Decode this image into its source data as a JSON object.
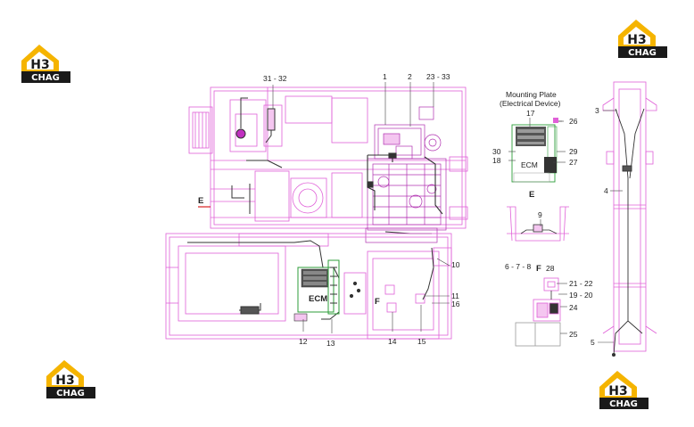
{
  "colors": {
    "outline": "#e060d8",
    "detail": "#b030b0",
    "dark": "#333333",
    "green": "#2e9e3a",
    "accent_red": "#d92020",
    "logo_yellow": "#f5b400",
    "logo_black": "#1a1a1a"
  },
  "logo": {
    "mark": "H3",
    "brand": "CHAG"
  },
  "icons": [
    "h3-chag-logo"
  ],
  "mounting_plate": {
    "title_line1": "Mounting Plate",
    "title_line2": "(Electrical Device)"
  },
  "view_labels": {
    "e_main": "E",
    "e_detail": "E",
    "f_main": "F",
    "f_detail": "F"
  },
  "components": {
    "ecm_label": "ECM",
    "ecm_small_label": "ECM"
  },
  "callouts": {
    "c1": "1",
    "c2": "2",
    "c3": "3",
    "c4": "4",
    "c5": "5",
    "c678": "6 - 7 - 8",
    "c9": "9",
    "c10": "10",
    "c11": "11",
    "c12": "12",
    "c13": "13",
    "c14": "14",
    "c15": "15",
    "c16": "16",
    "c17": "17",
    "c18": "18",
    "c1920": "19 - 20",
    "c2122": "21 - 22",
    "c2333": "23 - 33",
    "c24": "24",
    "c25": "25",
    "c26": "26",
    "c27": "27",
    "c28": "28",
    "c29": "29",
    "c30": "30",
    "c3132": "31 - 32"
  }
}
